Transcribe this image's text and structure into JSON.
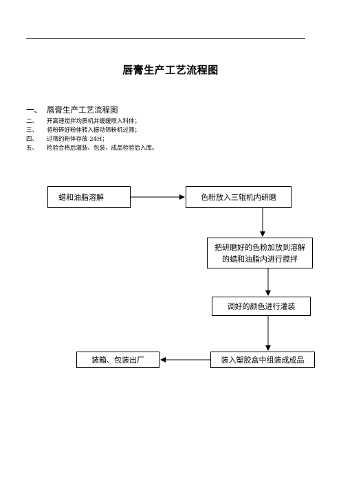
{
  "title": "唇膏生产工艺流程图",
  "steps": [
    {
      "num": "一、",
      "text": "唇膏生产工艺流程图"
    },
    {
      "num": "二、",
      "text": "开高速搅拌均质机并缓缓喷入料体；"
    },
    {
      "num": "三、",
      "text": "将粉碎好粉体转入振动筛粉机过筛；"
    },
    {
      "num": "四、",
      "text": "过筛的粉体存放 24H；"
    },
    {
      "num": "五、",
      "text": "检验合格后灌装、包装，成品检验后入库。"
    }
  ],
  "flow": {
    "box1": "蜡和油脂溶解",
    "box2": "色粉放入三辊机内研磨",
    "box3": "把研磨好的色粉加放到溶解的蜡和油脂内进行搅拌",
    "box4": "调好的颜色进行灌装",
    "box5": "装入塑胶盒中组装成成品",
    "box6": "装箱、包装出厂"
  }
}
